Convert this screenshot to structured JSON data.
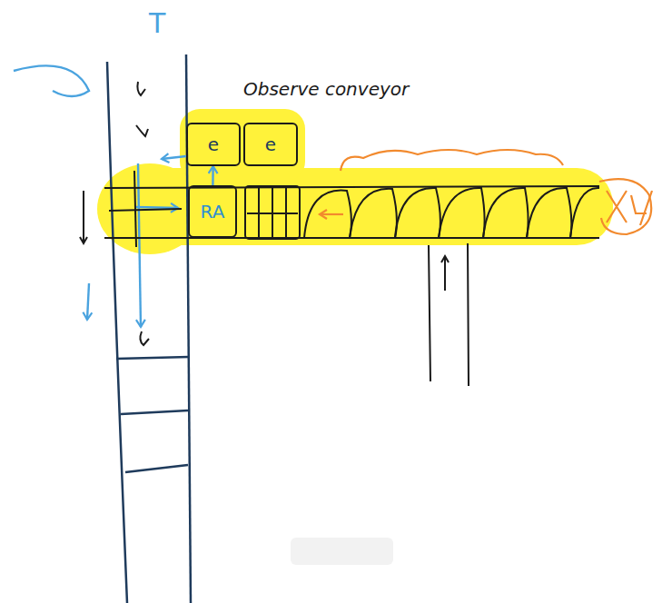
{
  "diagram": {
    "nodes": [
      {
        "text": [
          "e"
        ]
      },
      {
        "text": [
          "e"
        ]
      },
      {
        "text": [
          "RA"
        ]
      }
    ],
    "edges": [
      {
        "from": 2,
        "to": 0,
        "arrow": "to"
      }
    ],
    "labels": [
      "T",
      "Observe conveyor"
    ]
  }
}
